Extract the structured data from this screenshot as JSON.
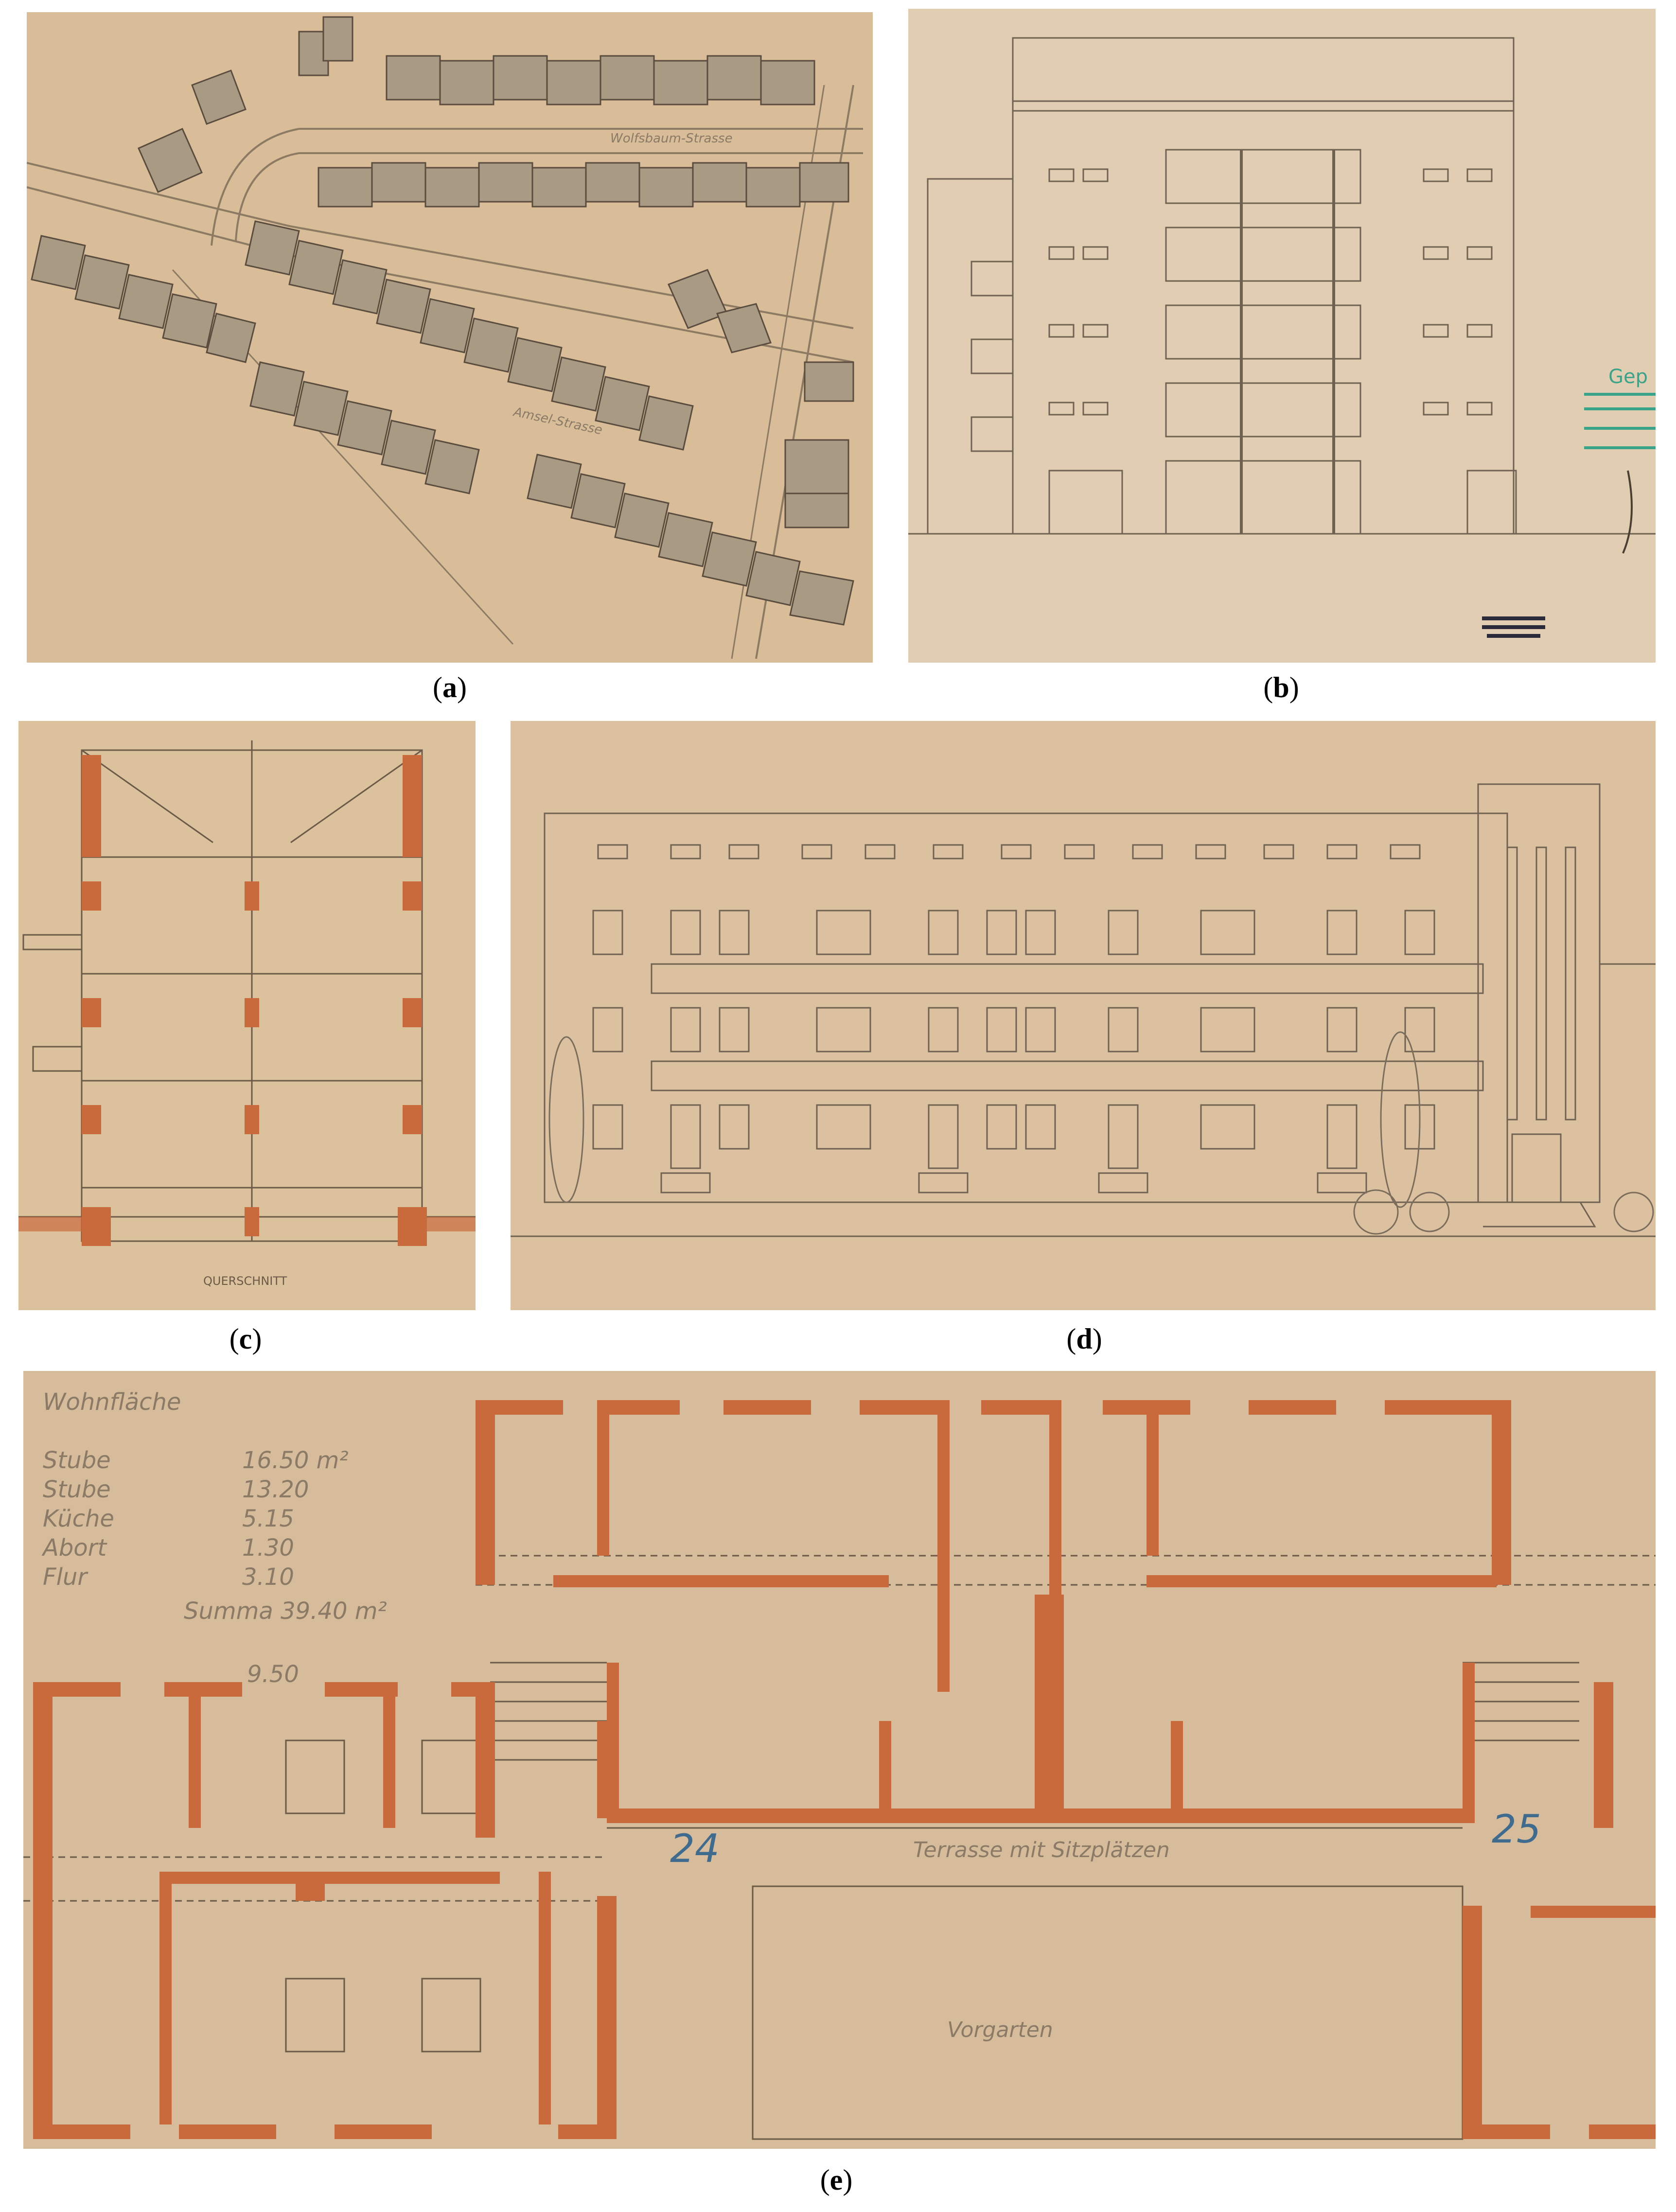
{
  "panels": [
    {
      "id": "a",
      "caption": "a"
    },
    {
      "id": "b",
      "caption": "b"
    },
    {
      "id": "c",
      "caption": "c"
    },
    {
      "id": "d",
      "caption": "d"
    },
    {
      "id": "e",
      "caption": "e"
    }
  ],
  "plan_a": {
    "street_1": "Wolfsbaum-Strasse",
    "street_2": "Amsel-Strasse"
  },
  "section_c": {
    "label": "QUERSCHNITT"
  },
  "floor_plan_e": {
    "legend_title": "Wohnfläche",
    "rooms": [
      {
        "name": "Stube",
        "area": "16.50 m²"
      },
      {
        "name": "Stube",
        "area": "13.20"
      },
      {
        "name": "Küche",
        "area": "5.15"
      },
      {
        "name": "Abort",
        "area": "1.30"
      },
      {
        "name": "Flur",
        "area": "3.10"
      }
    ],
    "sum": "Summa 39.40 m²",
    "dim_top": "9.50",
    "unit_24": "24",
    "unit_25": "25",
    "terrace_label": "Terrasse mit Sitzplätzen",
    "garden_label": "Vorgarten"
  },
  "colors": {
    "paper": "#d8bf9c",
    "paper_light": "#e2cfb2",
    "line": "#6b5a48",
    "wall": "#c96a3c",
    "stamp": "#3aa48a"
  }
}
